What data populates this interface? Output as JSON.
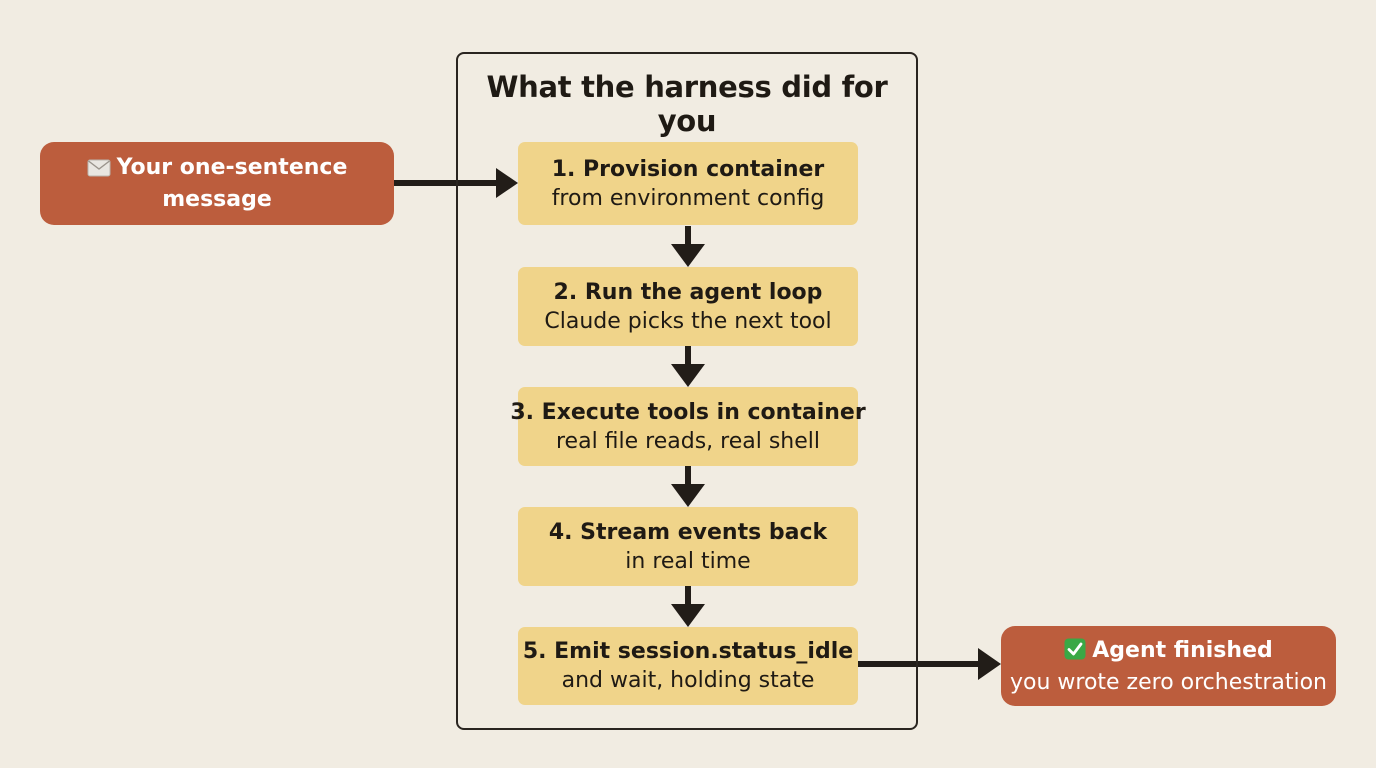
{
  "frame": {
    "title": "What the harness did for you"
  },
  "input": {
    "icon": "envelope-icon",
    "line1": "Your one-sentence",
    "line2": "message"
  },
  "steps": [
    {
      "title": "1. Provision container",
      "sub": "from environment config"
    },
    {
      "title": "2. Run the agent loop",
      "sub": "Claude picks the next tool"
    },
    {
      "title": "3. Execute tools in container",
      "sub": "real file reads, real shell"
    },
    {
      "title": "4. Stream events back",
      "sub": "in real time"
    },
    {
      "title": "5. Emit session.status_idle",
      "sub": "and wait, holding state"
    }
  ],
  "output": {
    "icon": "check-mark-icon",
    "title": "Agent finished",
    "sub": "you wrote zero orchestration"
  },
  "colors": {
    "background": "#f1ece2",
    "step_fill": "#f0d48a",
    "pill_fill": "#bc5d3d",
    "arrow": "#221d18",
    "check_green": "#3aa845"
  }
}
